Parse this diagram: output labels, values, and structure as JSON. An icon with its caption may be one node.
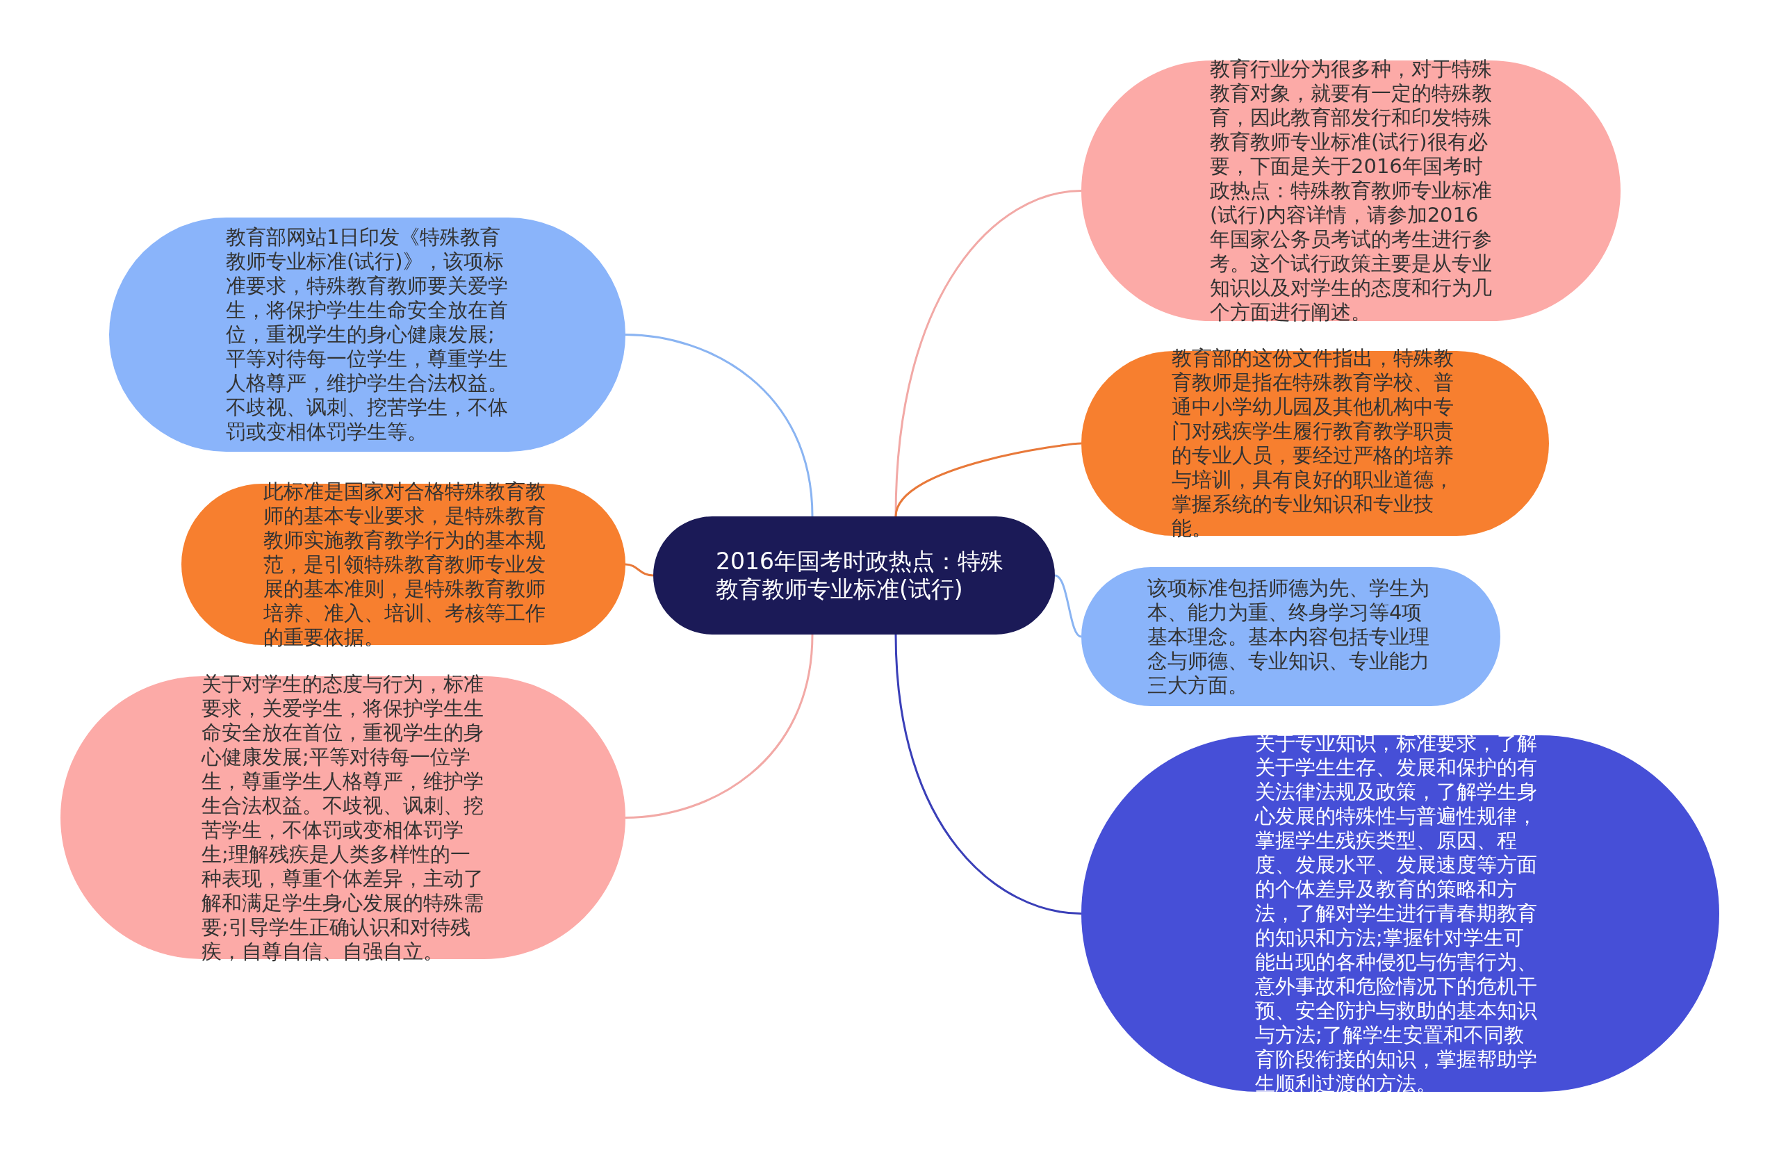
{
  "diagram": {
    "nodes": [
      {
        "text": [
          "2016年国考时政热点：特殊教育教师专业标准(试行)"
        ]
      },
      {
        "text": [
          "教育行业分为很多种，对于特殊教育对象，就要有一定的特殊教育，因此教育部发行和印发特殊教育教师专业标准(试行)很有必要，下面是关于2016年国考时政热点：特殊教育教师专业标准(试行)内容详情，请参加2016年国家公务员考试的考生进行参考。这个试行政策主要是从专业知识以及对学生的态度和行为几个方面进行阐述。"
        ]
      },
      {
        "text": [
          "教育部的这份文件指出，特殊教育教师是指在特殊教育学校、普通中小学幼儿园及其他机构中专门对残疾学生履行教育教学职责的专业人员，要经过严格的培养与培训，具有良好的职业道德，掌握系统的专业知识和专业技能。"
        ]
      },
      {
        "text": [
          "该项标准包括师德为先、学生为本、能力为重、终身学习等4项基本理念。基本内容包括专业理念与师德、专业知识、专业能力三大方面。"
        ]
      },
      {
        "text": [
          "关于专业知识，标准要求，了解关于学生生存、发展和保护的有关法律法规及政策，了解学生身心发展的特殊性与普遍性规律，掌握学生残疾类型、原因、程度、发展水平、发展速度等方面的个体差异及教育的策略和方法，了解对学生进行青春期教育的知识和方法;掌握针对学生可能出现的各种侵犯与伤害行为、意外事故和危险情况下的危机干预、安全防护与救助的基本知识与方法;了解学生安置和不同教育阶段衔接的知识，掌握帮助学生顺利过渡的方法。"
        ]
      },
      {
        "text": [
          "教育部网站1日印发《特殊教育教师专业标准(试行)》，该项标准要求，特殊教育教师要关爱学生，将保护学生生命安全放在首位，重视学生的身心健康发展;平等对待每一位学生，尊重学生人格尊严，维护学生合法权益。不歧视、讽刺、挖苦学生，不体罚或变相体罚学生等。"
        ]
      },
      {
        "text": [
          "此标准是国家对合格特殊教育教师的基本专业要求，是特殊教育教师实施教育教学行为的基本规范，是引领特殊教育教师专业发展的基本准则，是特殊教育教师培养、准入、培训、考核等工作的重要依据。"
        ]
      },
      {
        "text": [
          "关于对学生的态度与行为，标准要求，关爱学生，将保护学生生命安全放在首位，重视学生的身心健康发展;平等对待每一位学生，尊重学生人格尊严，维护学生合法权益。不歧视、讽刺、挖苦学生，不体罚或变相体罚学生;理解残疾是人类多样性的一种表现，尊重个体差异，主动了解和满足学生身心发展的特殊需要;引导学生正确认识和对待残疾，自尊自信、自强自立。"
        ]
      }
    ],
    "edges": [
      {
        "from": 0,
        "to": 1,
        "arrow": "none",
        "color": "#f2a9a6"
      },
      {
        "from": 0,
        "to": 2,
        "arrow": "none",
        "color": "#e8793a"
      },
      {
        "from": 0,
        "to": 3,
        "arrow": "none",
        "color": "#8ab4f2"
      },
      {
        "from": 0,
        "to": 4,
        "arrow": "none",
        "color": "#3a3fb8"
      },
      {
        "from": 0,
        "to": 5,
        "arrow": "none",
        "color": "#8ab4f2"
      },
      {
        "from": 0,
        "to": 6,
        "arrow": "none",
        "color": "#e8793a"
      },
      {
        "from": 0,
        "to": 7,
        "arrow": "none",
        "color": "#f2a9a6"
      }
    ]
  }
}
